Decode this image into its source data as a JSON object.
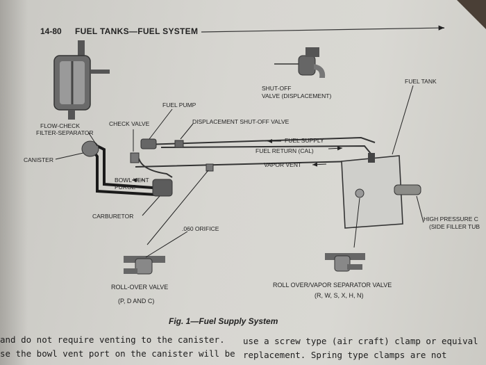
{
  "header": {
    "page_number": "14-80",
    "title": "FUEL TANKS—FUEL SYSTEM"
  },
  "labels": {
    "shutoff_valve_line1": "SHUT-OFF",
    "shutoff_valve_line2": "VALVE (DISPLACEMENT)",
    "fuel_tank": "FUEL TANK",
    "fuel_pump": "FUEL PUMP",
    "check_valve": "CHECK VALVE",
    "displacement_shutoff_valve": "DISPLACEMENT SHUT-OFF VALVE",
    "flow_check_line1": "FLOW-CHECK",
    "flow_check_line2": "FILTER-SEPARATOR",
    "fuel_supply": "FUEL SUPPLY",
    "fuel_return": "FUEL RETURN (CAL)",
    "vapor_vent": "VAPOR VENT",
    "canister": "CANISTER",
    "bowl_vent": "BOWL VENT",
    "purge": "PURGE",
    "carburetor": "CARBURETOR",
    "orifice": ".060 ORIFICE",
    "high_pressure_line1": "HIGH PRESSURE C",
    "high_pressure_line2": "(SIDE FILLER TUB",
    "rollover_valve_line1": "ROLL-OVER VALVE",
    "rollover_valve_line2": "(P, D AND C)",
    "separator_valve_line1": "ROLL OVER/VAPOR SEPARATOR VALVE",
    "separator_valve_line2": "(R, W, S, X, H, N)"
  },
  "caption": "Fig. 1—Fuel Supply System",
  "body_text": {
    "left_line1": "and do not require venting to the canister.",
    "left_line2": "se the bowl vent port on the canister will be",
    "right_line1": "use a screw type (air craft) clamp or equival",
    "right_line2": "replacement. Spring type clamps are not"
  },
  "colors": {
    "paper": "#d6d5d0",
    "ink": "#222222",
    "background": "#4a3f36"
  }
}
